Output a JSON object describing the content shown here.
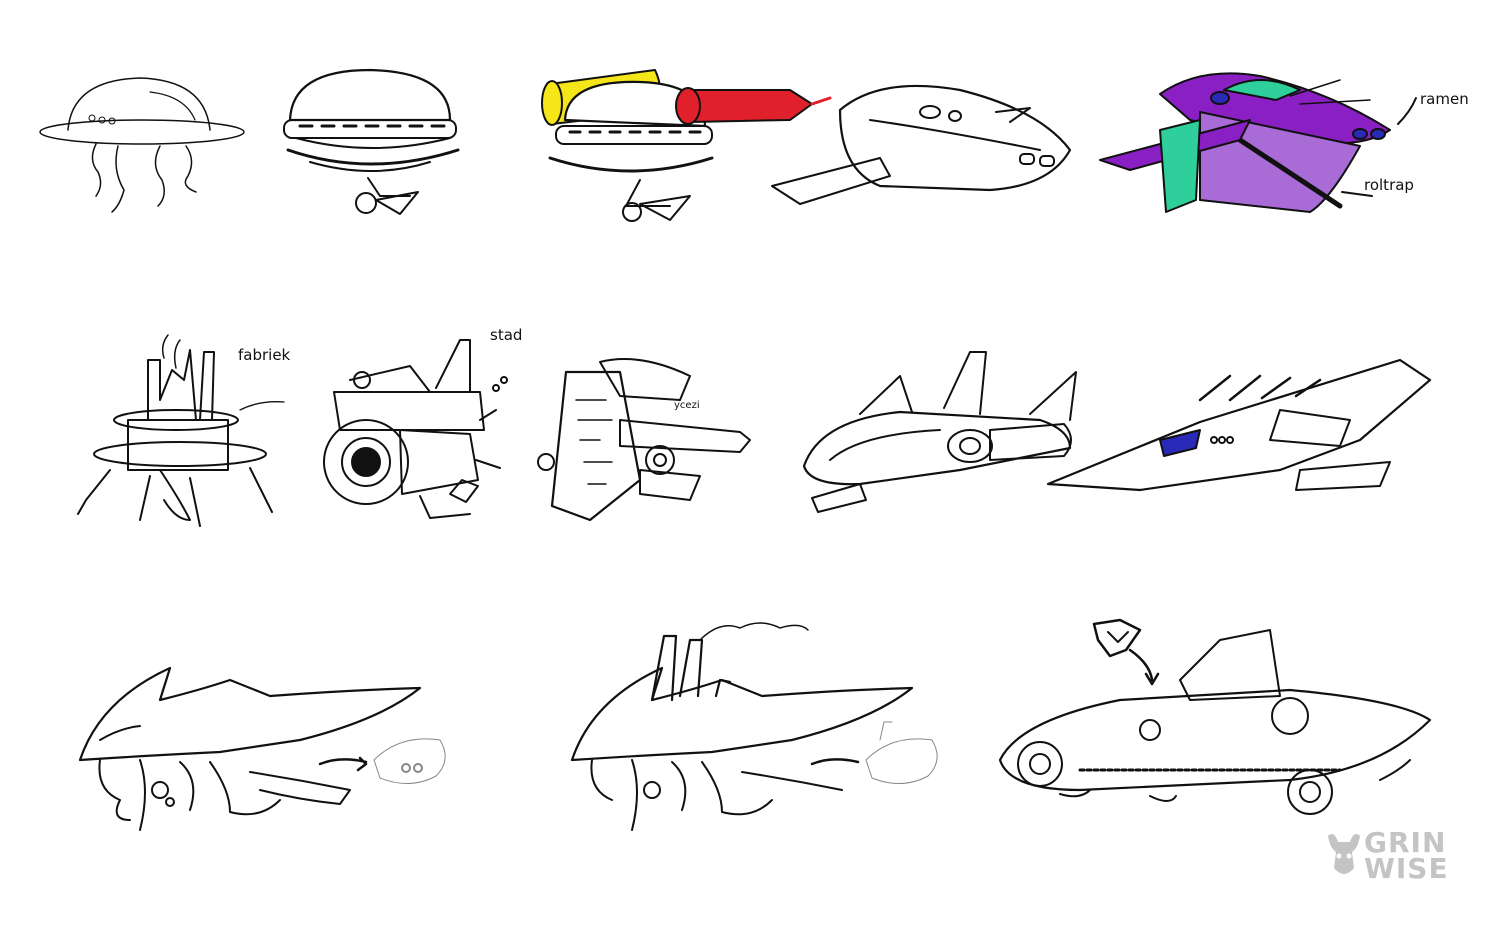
{
  "annotations": {
    "fabriek": "fabriek",
    "stad": "stad",
    "ramen": "ramen",
    "roltrap": "roltrap",
    "small_label": "ycezi"
  },
  "logo": {
    "line1": "GRIN",
    "line2": "WISE",
    "icon": "horned-mascot-icon"
  },
  "colors": {
    "mustard": "#f5e61a",
    "ketchup": "#e0202a",
    "purple": "#8a1fc4",
    "teal": "#2ecf9a",
    "blue_window": "#2a2ab8"
  }
}
